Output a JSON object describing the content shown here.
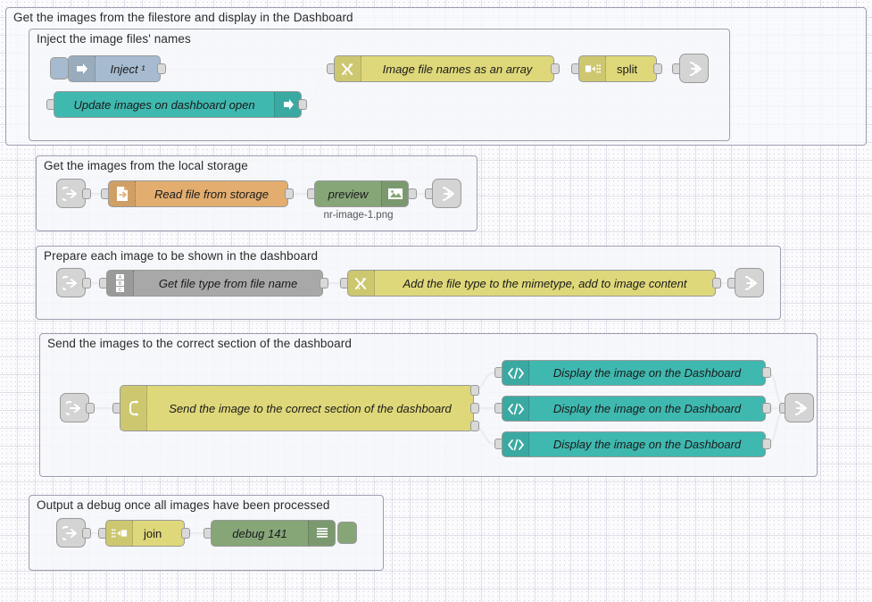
{
  "editor": {
    "name": "node-red-flow-canvas",
    "background": "#fbfbfd",
    "grid_color": "#a0a0be"
  },
  "groups": [
    {
      "id": "outer",
      "label": "Get the images from the filestore and display in the Dashboard"
    },
    {
      "id": "inject",
      "label": "Inject the image files' names"
    },
    {
      "id": "storage",
      "label": "Get the images from the local storage"
    },
    {
      "id": "prepare",
      "label": "Prepare each image to be shown in the dashboard"
    },
    {
      "id": "send",
      "label": "Send the images to the correct section of the dashboard"
    },
    {
      "id": "debug",
      "label": "Output a debug once all images have been processed"
    }
  ],
  "nodes": {
    "inject1": {
      "label": "Inject ¹",
      "color": "#a6bbcf",
      "icon": "inject-arrow-icon"
    },
    "update_open": {
      "label": "Update images on dashboard open",
      "color": "#3fb8af",
      "icon": "ui-control-arrow-icon"
    },
    "file_names": {
      "label": "Image file names as an array",
      "color": "#dfd87a",
      "icon": "function-icon"
    },
    "split": {
      "label": "split",
      "color": "#dfd87a",
      "icon": "split-icon"
    },
    "read_file": {
      "label": "Read file from storage",
      "color": "#e2ad6f",
      "icon": "file-in-icon"
    },
    "preview": {
      "label": "preview",
      "color": "#86a678",
      "icon": "image-icon",
      "caption": "nr-image-1.png"
    },
    "get_filetype": {
      "label": "Get file type from file name",
      "color": "#a8a8a8",
      "icon": "change-abc-icon"
    },
    "add_mimetype": {
      "label": "Add the file type to the mimetype, add to image content",
      "color": "#dfd87a",
      "icon": "function-icon"
    },
    "switch_send": {
      "label": "Send the image to the correct section of the dashboard",
      "color": "#dfd87a",
      "icon": "switch-icon"
    },
    "display1": {
      "label": "Display the image on the Dashboard",
      "color": "#3fb8af",
      "icon": "template-code-icon"
    },
    "display2": {
      "label": "Display the image on the Dashboard",
      "color": "#3fb8af",
      "icon": "template-code-icon"
    },
    "display3": {
      "label": "Display the image on the Dashboard",
      "color": "#3fb8af",
      "icon": "template-code-icon"
    },
    "join": {
      "label": "join",
      "color": "#dfd87a",
      "icon": "join-icon"
    },
    "debug141": {
      "label": "debug 141",
      "color": "#86a678",
      "icon": "debug-lines-icon"
    }
  },
  "link_nodes": {
    "link_out_1": {
      "icon": "link-out-icon"
    },
    "link_in_2": {
      "icon": "link-in-icon"
    },
    "link_out_2": {
      "icon": "link-out-icon"
    },
    "link_in_3": {
      "icon": "link-in-icon"
    },
    "link_out_3": {
      "icon": "link-out-icon"
    },
    "link_in_4": {
      "icon": "link-in-icon"
    },
    "link_out_4": {
      "icon": "link-out-icon"
    },
    "link_in_5": {
      "icon": "link-in-icon"
    }
  }
}
